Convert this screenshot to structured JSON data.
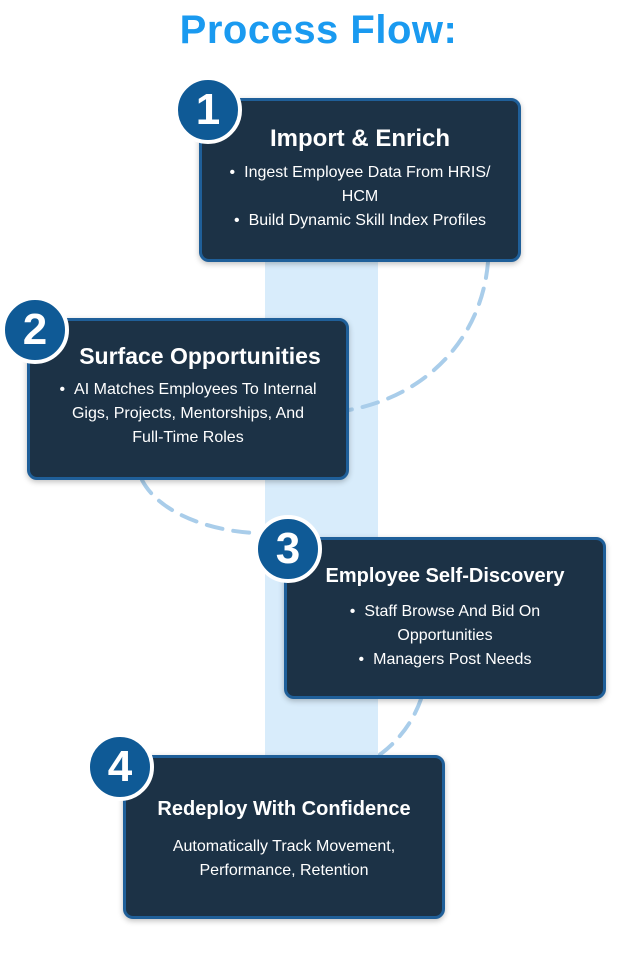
{
  "title": "Process Flow:",
  "colors": {
    "title": "#1a9af0",
    "card_bg": "#1c3246",
    "card_border": "#1f5f99",
    "badge_bg": "#0f5a96",
    "band": "#d8ecfb",
    "connector": "#a9cdea"
  },
  "steps": [
    {
      "number": "1",
      "title": "Import & Enrich",
      "bullets": [
        {
          "line1": "Ingest Employee Data From HRIS/",
          "line2": "HCM"
        },
        {
          "line1": "Build Dynamic Skill Index Profiles",
          "line2": ""
        }
      ]
    },
    {
      "number": "2",
      "title": "Surface Opportunities",
      "bullets": [
        {
          "line1": "AI Matches Employees To Internal",
          "line2": "Gigs, Projects, Mentorships, And",
          "line3": "Full-Time Roles"
        }
      ]
    },
    {
      "number": "3",
      "title": "Employee Self-Discovery",
      "bullets": [
        {
          "line1": "Staff Browse And Bid On",
          "line2": "Opportunities"
        },
        {
          "line1": "Managers Post Needs",
          "line2": ""
        }
      ]
    },
    {
      "number": "4",
      "title": "Redeploy With Confidence",
      "text_lines": [
        "Automatically Track Movement,",
        "Performance, Retention"
      ]
    }
  ]
}
